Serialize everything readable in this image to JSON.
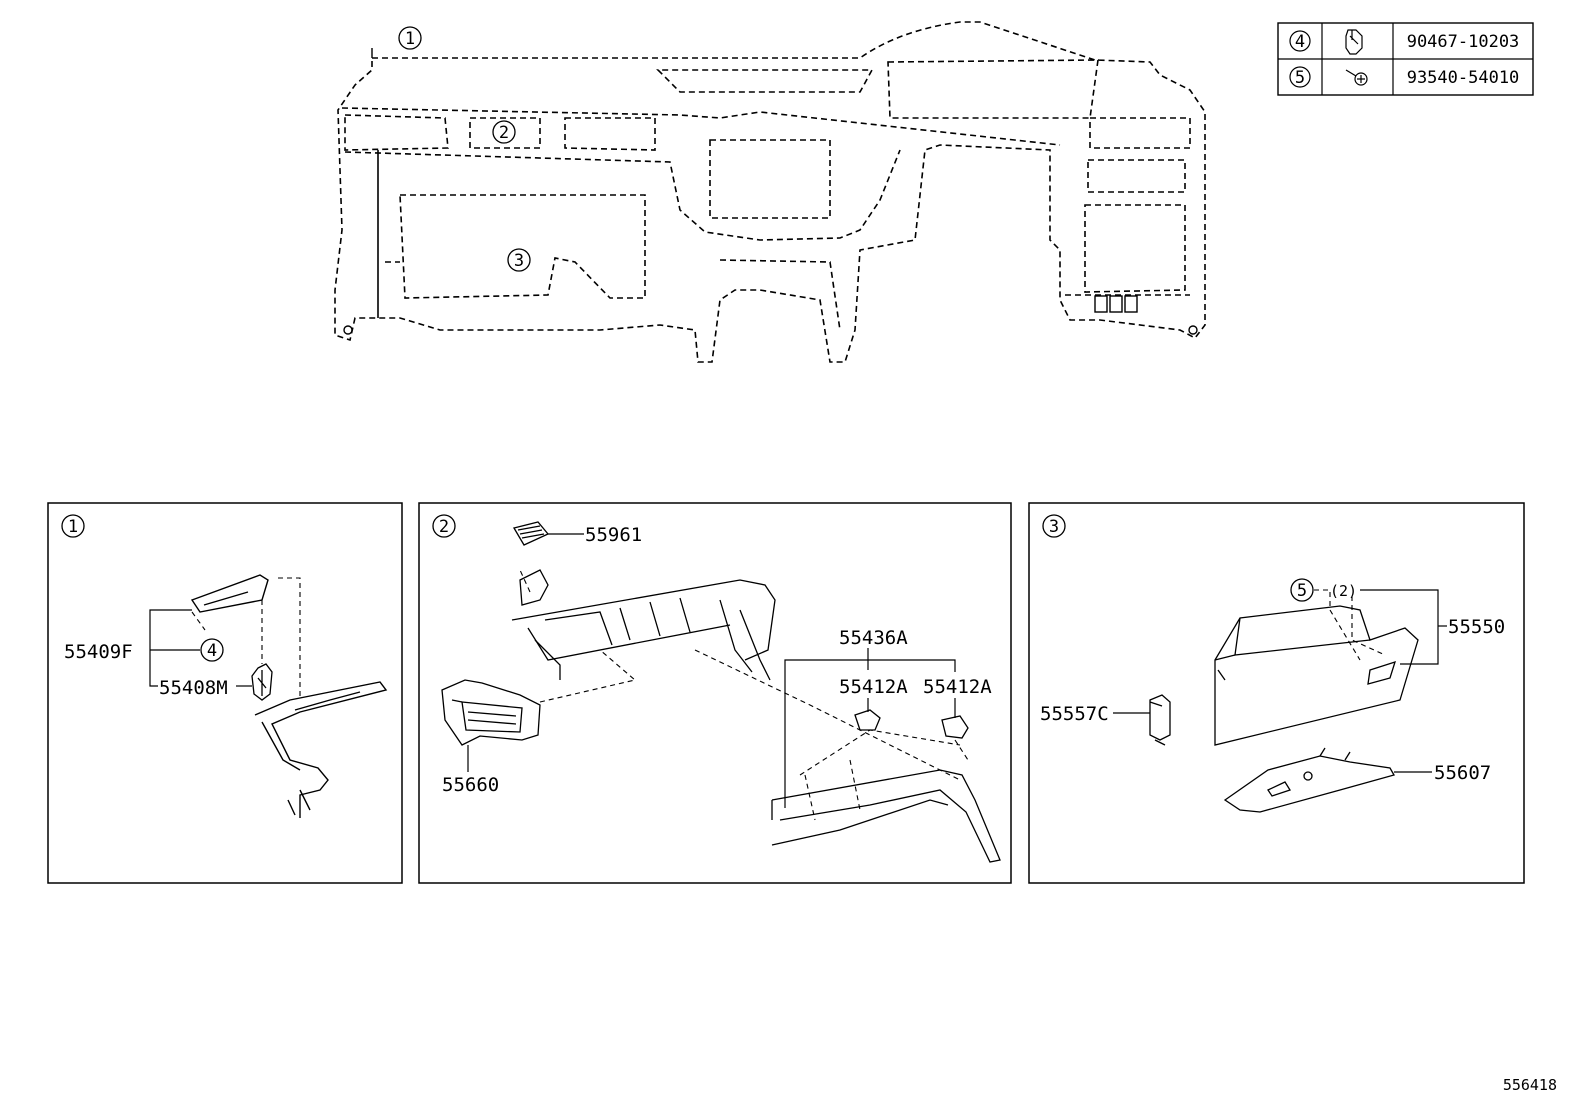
{
  "callouts": {
    "c1": "1",
    "c2": "2",
    "c3": "3",
    "c4": "4",
    "c5": "5"
  },
  "fastener_table": [
    {
      "ref": "4",
      "part": "90467-10203",
      "icon": "clip-icon"
    },
    {
      "ref": "5",
      "part": "93540-54010",
      "icon": "screw-icon"
    }
  ],
  "panels": {
    "p1": {
      "ref": "1",
      "labels": {
        "a": "55409F",
        "b": "55408M"
      },
      "callout": "4"
    },
    "p2": {
      "ref": "2",
      "labels": {
        "a": "55961",
        "b": "55660",
        "c": "55436A",
        "d": "55412A",
        "e": "55412A"
      }
    },
    "p3": {
      "ref": "3",
      "labels": {
        "a": "55550",
        "b": "55557C",
        "c": "55607"
      },
      "callout": "5",
      "qty": "(2)"
    }
  },
  "figure_id": "556418",
  "colors": {
    "ink": "#000000",
    "paper": "#ffffff"
  }
}
